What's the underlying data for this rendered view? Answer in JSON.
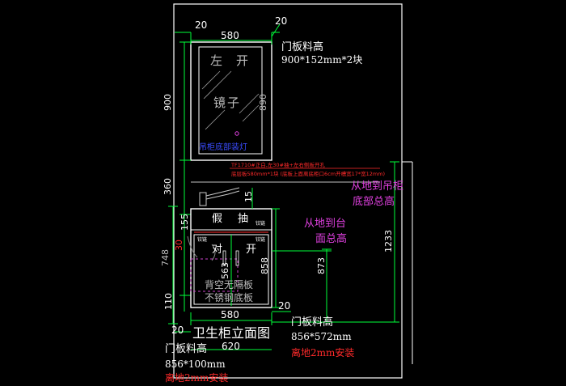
{
  "drawing": {
    "title": "卫生柜立面图",
    "mirror_cabinet": {
      "width_dim": "580",
      "left_margin_dim": "20",
      "right_margin_dim": "20",
      "height_dim": "900",
      "inner_height_dim": "890",
      "door_spec_label": "门板料高",
      "door_spec_value": "900*152mm*2块",
      "door_left": "左",
      "door_open": "开",
      "mirror_left": "镜",
      "mirror_right": "子",
      "bottom_note": "吊柜底部装灯"
    },
    "gap_dim": "360",
    "notes": {
      "spec_line1": "TF1710#正白,左30#抽+左右侧板开孔",
      "spec_line2": "底层板580mm*1块 (底板上面离底柜口6cm开槽宽17*宽12mm)"
    },
    "base_cabinet": {
      "drawer_height_dim": "155",
      "faucet_dim": "15",
      "drawer_left": "假",
      "drawer_right": "抽",
      "hinge_label": "铰链",
      "red_dim": "30",
      "door_left": "对",
      "door_right": "开",
      "inner_dim": "563",
      "door_height_dim": "858",
      "back_note1": "背空无隔板",
      "back_note2": "不锈钢底板",
      "total_height_dim": "748",
      "kick_dim": "110",
      "width_dim": "580",
      "outer_width_dim": "620",
      "left_margin_dim": "20",
      "right_margin_dim": "20"
    },
    "right_annotations": {
      "to_counter_label1": "从地到台",
      "to_counter_label2": "面总高",
      "to_counter_dim": "873",
      "to_wall_label1": "从地到吊柜",
      "to_wall_label2": "底部总高",
      "to_wall_dim": "1233"
    },
    "door_spec_bottom_right": {
      "label": "门板料高",
      "value": "856*572mm",
      "install": "离地2mm安装"
    },
    "door_spec_bottom_left": {
      "label": "门板料高",
      "value": "856*100mm",
      "install": "离地2mm安装"
    },
    "colors": {
      "background": "#000000",
      "cabinet_line": "#ffffff",
      "dimension_green": "#00ff3a",
      "red_text": "#ff2a2a",
      "magenta_text": "#e040e0",
      "blue_text": "#3a4cff",
      "dashed_magenta": "#cc44cc"
    }
  }
}
